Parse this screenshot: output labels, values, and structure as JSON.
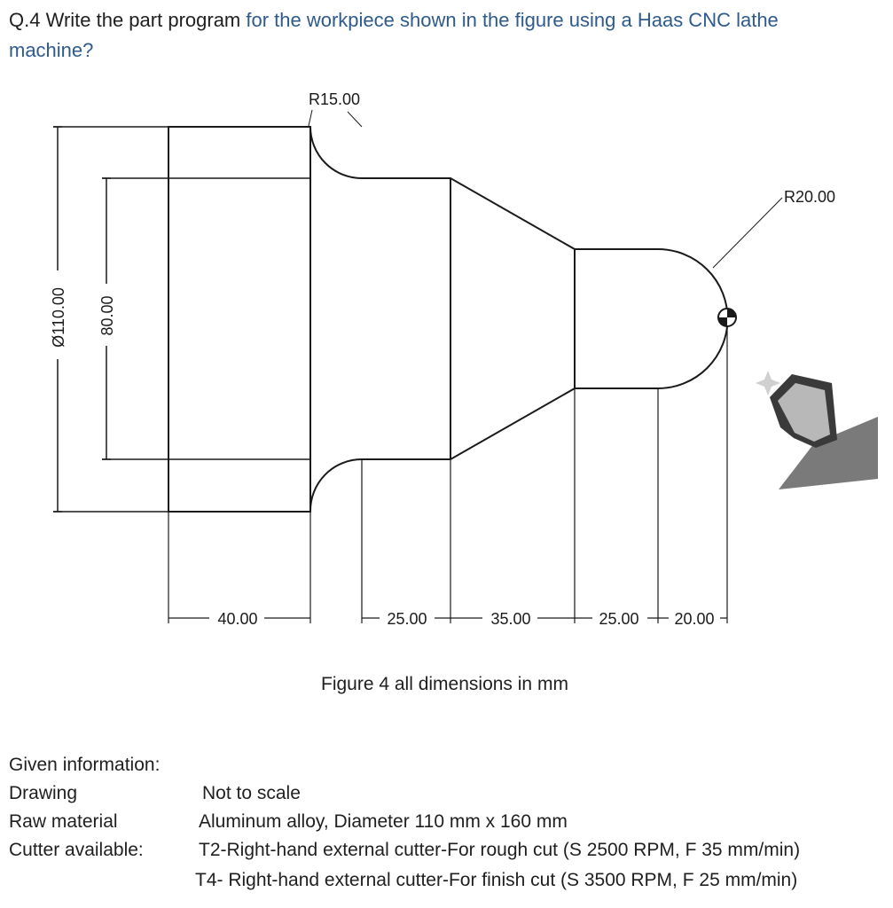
{
  "question": {
    "line1_black": "Q.4 Write the part program",
    "line1_blue": " for the workpiece shown in the figure using a Haas CNC lathe",
    "line2": "machine?"
  },
  "dimensions": {
    "r15": "R15.00",
    "r20": "R20.00",
    "d110": "Ø110.00",
    "d80": "80.00",
    "len40": "40.00",
    "len25a": "25.00",
    "len35": "35.00",
    "len25b": "25.00",
    "len20": "20.00"
  },
  "caption": "Figure 4 all dimensions in mm",
  "given": {
    "heading": "Given information:",
    "rows": [
      {
        "label": "Drawing",
        "value": "Not to scale"
      },
      {
        "label": "Raw material",
        "value": "Aluminum alloy, Diameter 110 mm x 160 mm"
      },
      {
        "label": "Cutter available:",
        "value": "T2-Right-hand external cutter-For rough cut (S 2500 RPM, F 35 mm/min)"
      }
    ],
    "extra_value": "T4- Right-hand external cutter-For finish cut (S 3500 RPM, F 25 mm/min)"
  }
}
